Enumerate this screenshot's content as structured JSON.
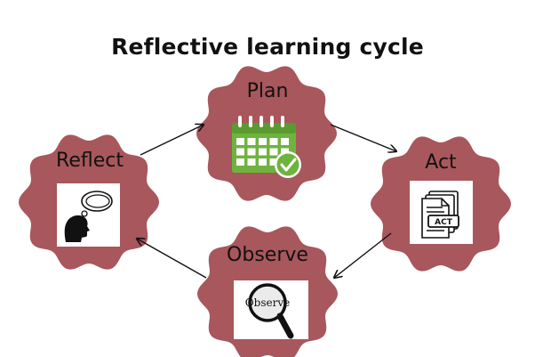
{
  "title": "Reflective learning cycle",
  "nodes": {
    "plan": {
      "label": "Plan"
    },
    "act": {
      "label": "Act",
      "badge": "ACT"
    },
    "observe": {
      "label": "Observe",
      "badge": "Observe"
    },
    "reflect": {
      "label": "Reflect"
    }
  },
  "colors": {
    "node_fill": "#a8575c",
    "node_edge": "#96484d",
    "calendar_green": "#6fb33f",
    "arrow": "#111111"
  },
  "icons": {
    "plan": "calendar-check-icon",
    "act": "document-act-icon",
    "observe": "magnifier-icon",
    "reflect": "thinking-head-icon"
  }
}
